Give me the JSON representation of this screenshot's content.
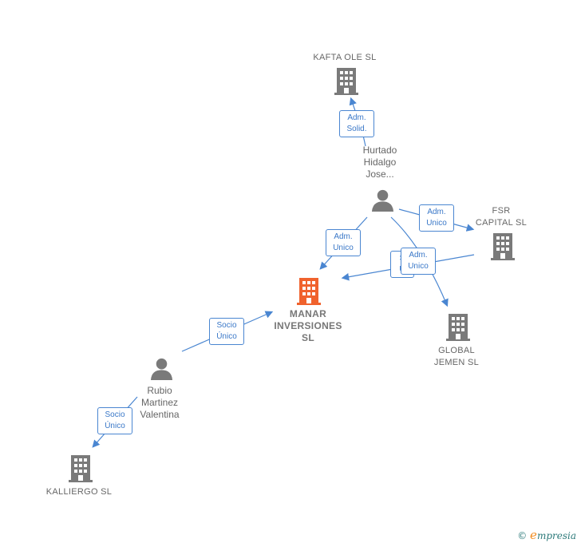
{
  "nodes": {
    "kafta": {
      "label": "KAFTA OLE  SL"
    },
    "hurtado": {
      "label": "Hurtado\nHidalgo\nJose..."
    },
    "fsr": {
      "label": "FSR\nCAPITAL  SL"
    },
    "manar": {
      "label": "MANAR\nINVERSIONES\nSL"
    },
    "global": {
      "label": "GLOBAL\nJEMEN  SL"
    },
    "rubio": {
      "label": "Rubio\nMartinez\nValentina"
    },
    "kalliergo": {
      "label": "KALLIERGO  SL"
    }
  },
  "edges": {
    "hurtado_kafta": "Adm.\nSolid.",
    "hurtado_fsr": "Adm.\nUnico",
    "hurtado_manar": "Adm.\nUnico",
    "fsr_manar_back": "S\nÚ",
    "hurtado_global": "Adm.\nUnico",
    "rubio_manar": "Socio\nÚnico",
    "rubio_kalliergo": "Socio\nÚnico"
  },
  "colors": {
    "company": "#7a7a7a",
    "focus_company": "#f0622d",
    "person": "#7a7a7a",
    "edge": "#4a86d1"
  },
  "footer": {
    "copyright": "©",
    "brand_initial": "e",
    "brand_rest": "mpresia"
  }
}
